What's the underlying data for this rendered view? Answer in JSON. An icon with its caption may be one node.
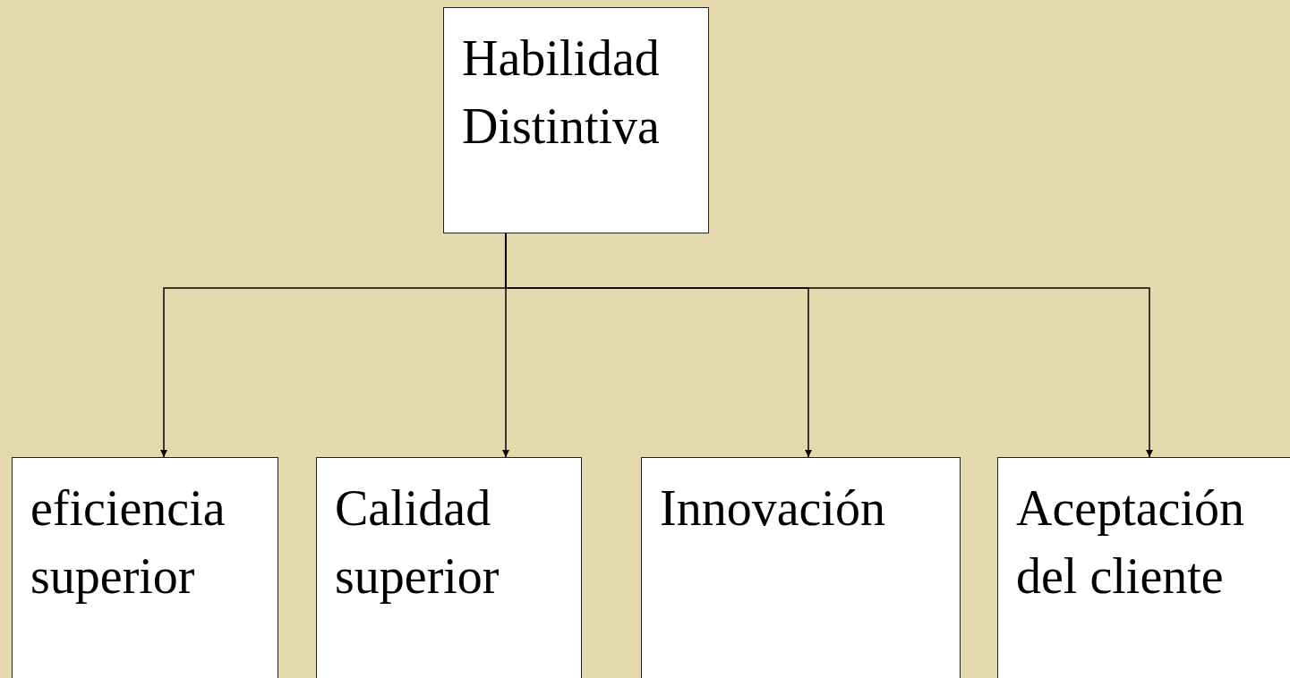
{
  "diagram": {
    "nodes": [
      {
        "text": [
          "Habilidad Distintiva"
        ]
      },
      {
        "text": [
          "eficiencia superior"
        ]
      },
      {
        "text": [
          "Calidad superior"
        ]
      },
      {
        "text": [
          "Innovación"
        ]
      },
      {
        "text": [
          "Aceptación del cliente"
        ]
      }
    ],
    "edges": [
      {
        "from": 0,
        "to": 1,
        "arrow": "to"
      },
      {
        "from": 0,
        "to": 2,
        "arrow": "to"
      },
      {
        "from": 0,
        "to": 3,
        "arrow": "to"
      },
      {
        "from": 0,
        "to": 4,
        "arrow": "to"
      }
    ]
  }
}
